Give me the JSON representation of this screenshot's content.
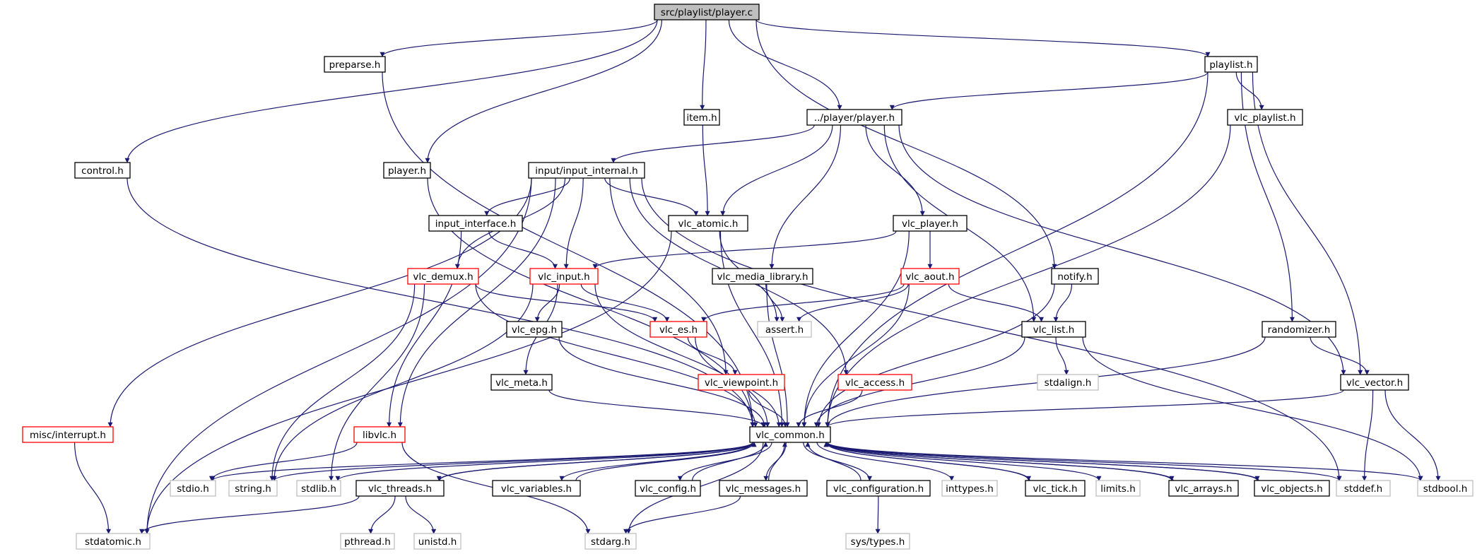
{
  "diagram": {
    "colors": {
      "edge": "#191970",
      "box_default": "#000000",
      "box_truncated": "#ff0000",
      "box_external": "#bfbfbf",
      "root_fill": "#bfbfbf",
      "text_external": "#000000"
    },
    "nodes": [
      {
        "id": "root",
        "label": "src/playlist/player.c",
        "kind": "root"
      },
      {
        "id": "preparse",
        "label": "preparse.h",
        "kind": "normal"
      },
      {
        "id": "playlist",
        "label": "playlist.h",
        "kind": "normal"
      },
      {
        "id": "item",
        "label": "item.h",
        "kind": "normal"
      },
      {
        "id": "playerplayer",
        "label": "../player/player.h",
        "kind": "normal"
      },
      {
        "id": "vlcplaylist",
        "label": "vlc_playlist.h",
        "kind": "normal"
      },
      {
        "id": "control",
        "label": "control.h",
        "kind": "normal"
      },
      {
        "id": "playerh",
        "label": "player.h",
        "kind": "normal"
      },
      {
        "id": "inputinternal",
        "label": "input/input_internal.h",
        "kind": "normal"
      },
      {
        "id": "inputinterface",
        "label": "input_interface.h",
        "kind": "normal"
      },
      {
        "id": "vlcatomic",
        "label": "vlc_atomic.h",
        "kind": "normal"
      },
      {
        "id": "vlcplayer",
        "label": "vlc_player.h",
        "kind": "normal"
      },
      {
        "id": "notify",
        "label": "notify.h",
        "kind": "normal"
      },
      {
        "id": "vlcdemux",
        "label": "vlc_demux.h",
        "kind": "truncated"
      },
      {
        "id": "vlcinput",
        "label": "vlc_input.h",
        "kind": "truncated"
      },
      {
        "id": "vlcmedialibrary",
        "label": "vlc_media_library.h",
        "kind": "normal"
      },
      {
        "id": "vlcaout",
        "label": "vlc_aout.h",
        "kind": "truncated"
      },
      {
        "id": "vlcepg",
        "label": "vlc_epg.h",
        "kind": "normal"
      },
      {
        "id": "vlces",
        "label": "vlc_es.h",
        "kind": "truncated"
      },
      {
        "id": "assert",
        "label": "assert.h",
        "kind": "external"
      },
      {
        "id": "vlclist",
        "label": "vlc_list.h",
        "kind": "normal"
      },
      {
        "id": "randomizer",
        "label": "randomizer.h",
        "kind": "normal"
      },
      {
        "id": "vlcmeta",
        "label": "vlc_meta.h",
        "kind": "normal"
      },
      {
        "id": "vlcviewpoint",
        "label": "vlc_viewpoint.h",
        "kind": "truncated"
      },
      {
        "id": "vlcaccess",
        "label": "vlc_access.h",
        "kind": "truncated"
      },
      {
        "id": "stdalign",
        "label": "stdalign.h",
        "kind": "external"
      },
      {
        "id": "vlcvector",
        "label": "vlc_vector.h",
        "kind": "normal"
      },
      {
        "id": "miscinterrupt",
        "label": "misc/interrupt.h",
        "kind": "truncated"
      },
      {
        "id": "libvlc",
        "label": "libvlc.h",
        "kind": "truncated"
      },
      {
        "id": "vlccommon",
        "label": "vlc_common.h",
        "kind": "normal"
      },
      {
        "id": "stdio",
        "label": "stdio.h",
        "kind": "external"
      },
      {
        "id": "string",
        "label": "string.h",
        "kind": "external"
      },
      {
        "id": "stdlib",
        "label": "stdlib.h",
        "kind": "external"
      },
      {
        "id": "vlcthreads",
        "label": "vlc_threads.h",
        "kind": "normal"
      },
      {
        "id": "vlcvariables",
        "label": "vlc_variables.h",
        "kind": "normal"
      },
      {
        "id": "vlcconfig",
        "label": "vlc_config.h",
        "kind": "normal"
      },
      {
        "id": "vlcmessages",
        "label": "vlc_messages.h",
        "kind": "normal"
      },
      {
        "id": "vlcconfiguration",
        "label": "vlc_configuration.h",
        "kind": "normal"
      },
      {
        "id": "inttypes",
        "label": "inttypes.h",
        "kind": "external"
      },
      {
        "id": "vlctick",
        "label": "vlc_tick.h",
        "kind": "normal"
      },
      {
        "id": "limits",
        "label": "limits.h",
        "kind": "external"
      },
      {
        "id": "vlcarrays",
        "label": "vlc_arrays.h",
        "kind": "normal"
      },
      {
        "id": "vlcobjects",
        "label": "vlc_objects.h",
        "kind": "normal"
      },
      {
        "id": "stddef",
        "label": "stddef.h",
        "kind": "external"
      },
      {
        "id": "stdbool",
        "label": "stdbool.h",
        "kind": "external"
      },
      {
        "id": "stdatomic",
        "label": "stdatomic.h",
        "kind": "external"
      },
      {
        "id": "pthread",
        "label": "pthread.h",
        "kind": "external"
      },
      {
        "id": "unistd",
        "label": "unistd.h",
        "kind": "external"
      },
      {
        "id": "stdarg",
        "label": "stdarg.h",
        "kind": "external"
      },
      {
        "id": "systypes",
        "label": "sys/types.h",
        "kind": "external"
      }
    ],
    "edges": [
      [
        "root",
        "preparse"
      ],
      [
        "root",
        "playlist"
      ],
      [
        "root",
        "item"
      ],
      [
        "root",
        "playerplayer"
      ],
      [
        "root",
        "control"
      ],
      [
        "root",
        "playerh"
      ],
      [
        "root",
        "notify"
      ],
      [
        "preparse",
        "vlccommon"
      ],
      [
        "playlist",
        "playerplayer"
      ],
      [
        "playlist",
        "vlcplaylist"
      ],
      [
        "playlist",
        "randomizer"
      ],
      [
        "playlist",
        "vlcvector"
      ],
      [
        "playlist",
        "vlccommon"
      ],
      [
        "item",
        "vlcatomic"
      ],
      [
        "playerplayer",
        "inputinternal"
      ],
      [
        "playerplayer",
        "vlcatomic"
      ],
      [
        "playerplayer",
        "vlcplayer"
      ],
      [
        "playerplayer",
        "vlcmedialibrary"
      ],
      [
        "playerplayer",
        "vlclist"
      ],
      [
        "playerplayer",
        "vlcvector"
      ],
      [
        "vlcplaylist",
        "vlccommon"
      ],
      [
        "control",
        "vlccommon"
      ],
      [
        "playerh",
        "vlccommon"
      ],
      [
        "inputinternal",
        "inputinterface"
      ],
      [
        "inputinternal",
        "vlcatomic"
      ],
      [
        "inputinternal",
        "vlcdemux"
      ],
      [
        "inputinternal",
        "vlcinput"
      ],
      [
        "inputinternal",
        "vlcviewpoint"
      ],
      [
        "inputinternal",
        "vlcaccess"
      ],
      [
        "inputinternal",
        "libvlc"
      ],
      [
        "inputinternal",
        "miscinterrupt"
      ],
      [
        "inputinternal",
        "stdatomic"
      ],
      [
        "inputinternal",
        "stddef"
      ],
      [
        "inputinterface",
        "vlcinput"
      ],
      [
        "inputinterface",
        "libvlc"
      ],
      [
        "vlcatomic",
        "assert"
      ],
      [
        "vlcatomic",
        "vlccommon"
      ],
      [
        "vlcatomic",
        "stdatomic"
      ],
      [
        "vlcplayer",
        "vlcinput"
      ],
      [
        "vlcplayer",
        "vlcaout"
      ],
      [
        "vlcplayer",
        "vlccommon"
      ],
      [
        "notify",
        "vlclist"
      ],
      [
        "notify",
        "vlccommon"
      ],
      [
        "vlcdemux",
        "vlces"
      ],
      [
        "vlcdemux",
        "vlccommon"
      ],
      [
        "vlcdemux",
        "string"
      ],
      [
        "vlcdemux",
        "stdlib"
      ],
      [
        "vlcinput",
        "vlcepg"
      ],
      [
        "vlcinput",
        "vlces"
      ],
      [
        "vlcinput",
        "vlcmeta"
      ],
      [
        "vlcinput",
        "vlccommon"
      ],
      [
        "vlcinput",
        "string"
      ],
      [
        "vlcmedialibrary",
        "assert"
      ],
      [
        "vlcmedialibrary",
        "vlccommon"
      ],
      [
        "vlcaout",
        "vlces"
      ],
      [
        "vlcaout",
        "assert"
      ],
      [
        "vlcaout",
        "vlclist"
      ],
      [
        "vlcaout",
        "vlccommon"
      ],
      [
        "vlcepg",
        "vlccommon"
      ],
      [
        "vlces",
        "vlcviewpoint"
      ],
      [
        "vlces",
        "vlccommon"
      ],
      [
        "vlclist",
        "stdalign"
      ],
      [
        "vlclist",
        "vlccommon"
      ],
      [
        "vlclist",
        "stdbool"
      ],
      [
        "randomizer",
        "vlcvector"
      ],
      [
        "randomizer",
        "vlccommon"
      ],
      [
        "vlcmeta",
        "vlccommon"
      ],
      [
        "vlcviewpoint",
        "vlccommon"
      ],
      [
        "vlcaccess",
        "vlccommon"
      ],
      [
        "vlcvector",
        "vlccommon"
      ],
      [
        "vlcvector",
        "stddef"
      ],
      [
        "vlcvector",
        "stdbool"
      ],
      [
        "miscinterrupt",
        "stdatomic"
      ],
      [
        "libvlc",
        "stdio"
      ],
      [
        "libvlc",
        "stdarg"
      ],
      [
        "vlccommon",
        "stdio"
      ],
      [
        "vlccommon",
        "string"
      ],
      [
        "vlccommon",
        "stdlib"
      ],
      [
        "vlccommon",
        "vlcthreads"
      ],
      [
        "vlccommon",
        "vlcvariables"
      ],
      [
        "vlccommon",
        "vlcconfig"
      ],
      [
        "vlccommon",
        "vlcmessages"
      ],
      [
        "vlccommon",
        "vlcconfiguration"
      ],
      [
        "vlccommon",
        "inttypes"
      ],
      [
        "vlccommon",
        "vlctick"
      ],
      [
        "vlccommon",
        "limits"
      ],
      [
        "vlccommon",
        "vlcarrays"
      ],
      [
        "vlccommon",
        "vlcobjects"
      ],
      [
        "vlccommon",
        "stddef"
      ],
      [
        "vlccommon",
        "stdbool"
      ],
      [
        "vlccommon",
        "stdarg"
      ],
      [
        "vlcthreads",
        "vlccommon"
      ],
      [
        "vlcthreads",
        "stdatomic"
      ],
      [
        "vlcthreads",
        "pthread"
      ],
      [
        "vlcthreads",
        "unistd"
      ],
      [
        "vlcvariables",
        "vlccommon"
      ],
      [
        "vlcconfig",
        "vlccommon"
      ],
      [
        "vlcmessages",
        "vlccommon"
      ],
      [
        "vlcmessages",
        "stdarg"
      ],
      [
        "vlcconfiguration",
        "vlccommon"
      ],
      [
        "vlcconfiguration",
        "systypes"
      ],
      [
        "vlctick",
        "vlccommon"
      ],
      [
        "vlcarrays",
        "vlccommon"
      ],
      [
        "vlcobjects",
        "vlccommon"
      ]
    ]
  }
}
